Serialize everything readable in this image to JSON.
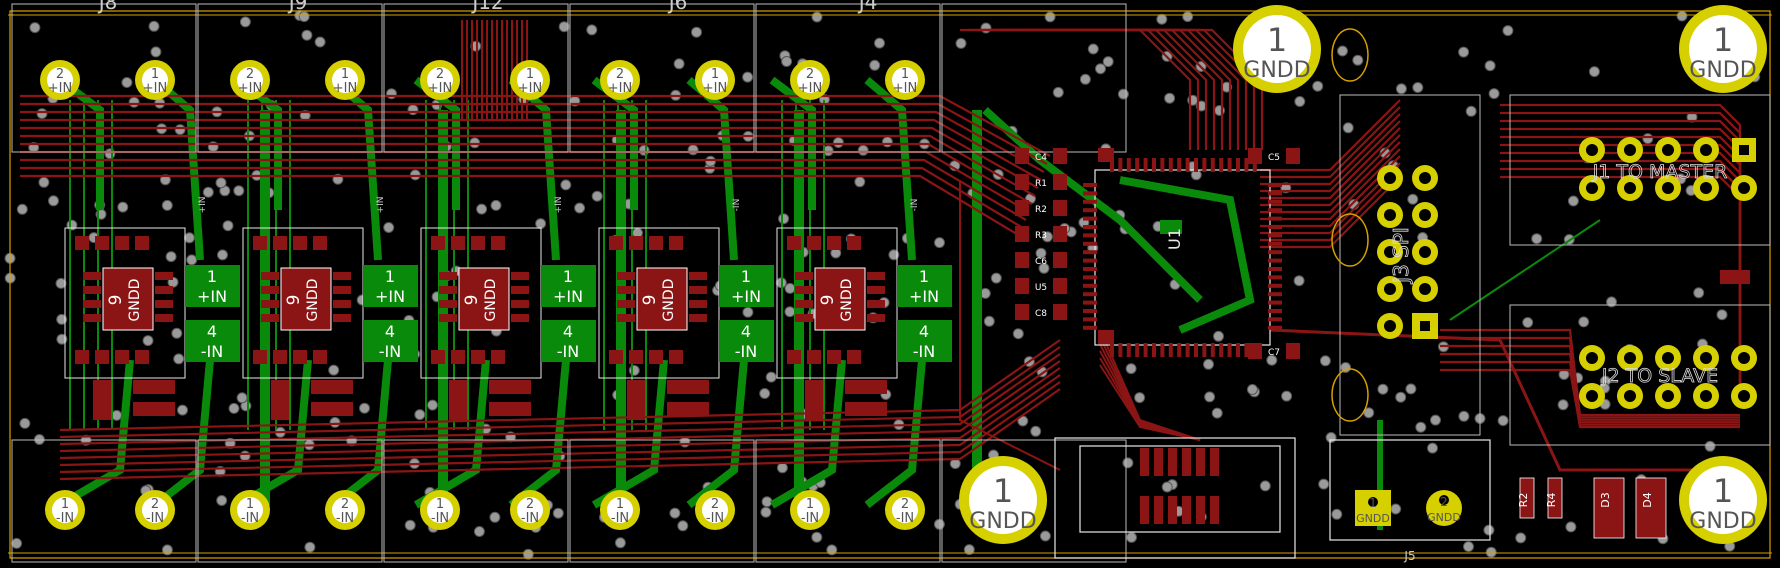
{
  "colors": {
    "background": "#000000",
    "copper_front": "#8b1515",
    "copper_back": "#0a8a0a",
    "pad_gold": "#d6d000",
    "silkscreen": "#e8e8e8",
    "via": "#9a9a9a",
    "outline": "#d6a000"
  },
  "headers": {
    "top": [
      "J8",
      "J9",
      "J12",
      "J6",
      "J4"
    ],
    "bottom": [
      "J5"
    ]
  },
  "top_connector_pins": [
    {
      "num": "2",
      "net": "+IN"
    },
    {
      "num": "1",
      "net": "+IN"
    },
    {
      "num": "2",
      "net": "+IN"
    },
    {
      "num": "1",
      "net": "+IN"
    },
    {
      "num": "2",
      "net": "+IN"
    },
    {
      "num": "1",
      "net": "+IN"
    },
    {
      "num": "2",
      "net": "+IN"
    },
    {
      "num": "1",
      "net": "+IN"
    },
    {
      "num": "2",
      "net": "+IN"
    },
    {
      "num": "1",
      "net": "+IN"
    }
  ],
  "bottom_connector_pins": [
    {
      "num": "1",
      "net": "-IN"
    },
    {
      "num": "2",
      "net": "-IN"
    },
    {
      "num": "1",
      "net": "-IN"
    },
    {
      "num": "2",
      "net": "-IN"
    },
    {
      "num": "1",
      "net": "-IN"
    },
    {
      "num": "2",
      "net": "-IN"
    },
    {
      "num": "1",
      "net": "-IN"
    },
    {
      "num": "2",
      "net": "-IN"
    },
    {
      "num": "1",
      "net": "-IN"
    },
    {
      "num": "2",
      "net": "-IN"
    }
  ],
  "amp_channels": [
    {
      "center_num": "9",
      "center_net": "GNDD",
      "pad_top_num": "1",
      "pad_top_net": "+IN",
      "pad_bot_num": "4",
      "pad_bot_net": "-IN"
    },
    {
      "center_num": "9",
      "center_net": "GNDD",
      "pad_top_num": "1",
      "pad_top_net": "+IN",
      "pad_bot_num": "4",
      "pad_bot_net": "-IN"
    },
    {
      "center_num": "9",
      "center_net": "GNDD",
      "pad_top_num": "1",
      "pad_top_net": "+IN",
      "pad_bot_num": "4",
      "pad_bot_net": "-IN"
    },
    {
      "center_num": "9",
      "center_net": "GNDD",
      "pad_top_num": "1",
      "pad_top_net": "+IN",
      "pad_bot_num": "4",
      "pad_bot_net": "-IN"
    },
    {
      "center_num": "9",
      "center_net": "GNDD",
      "pad_top_num": "1",
      "pad_top_net": "+IN",
      "pad_bot_num": "4",
      "pad_bot_net": "-IN"
    }
  ],
  "trace_labels": [
    "+IN",
    "+IN",
    "+IN",
    "-IN",
    "-IN"
  ],
  "mounting_holes": [
    {
      "num": "1",
      "net": "GNDD"
    },
    {
      "num": "1",
      "net": "GNDD"
    },
    {
      "num": "1",
      "net": "GNDD"
    },
    {
      "num": "1",
      "net": "GNDD"
    }
  ],
  "mcu_label": "U1",
  "passives_left": [
    "C4",
    "R1",
    "R2",
    "R3",
    "C6",
    "U5",
    "C8"
  ],
  "passives_right": [
    "C5",
    "C7"
  ],
  "j1": {
    "silk": "J1 TO MASTER"
  },
  "j2": {
    "silk": "J2 TO SLAVE"
  },
  "j3": {
    "silk": "J3 SPI"
  },
  "j5_pads": [
    {
      "num": "1",
      "net": "GNDD"
    },
    {
      "num": "2",
      "net": "GNDD"
    }
  ],
  "j5_label": "J5",
  "bottom_right": [
    "R2",
    "R4",
    "D3",
    "D4"
  ]
}
